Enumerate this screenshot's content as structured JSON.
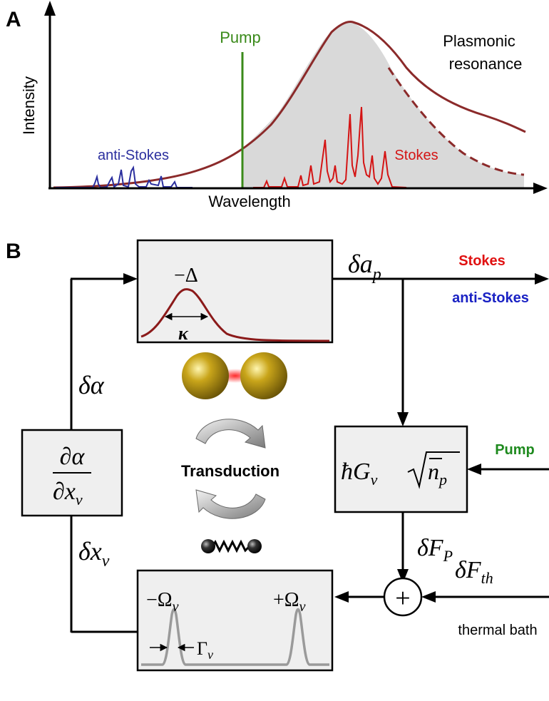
{
  "panel_a": {
    "label": "A",
    "y_axis_label": "Intensity",
    "x_axis_label": "Wavelength",
    "pump_label": "Pump",
    "resonance_label_1": "Plasmonic",
    "resonance_label_2": "resonance",
    "anti_stokes_label": "anti-Stokes",
    "stokes_label": "Stokes",
    "colors": {
      "pump": "#3a8a1a",
      "resonance": "#8b2a2a",
      "anti_stokes": "#2b2f9e",
      "stokes": "#d41414",
      "fill": "#d9d9d9"
    }
  },
  "panel_b": {
    "label": "B",
    "cavity_box": {
      "detuning": "−Δ",
      "linewidth": "κ"
    },
    "output": {
      "symbol_main": "δa",
      "symbol_sub": "p",
      "stokes": "Stokes",
      "anti_stokes": "anti-Stokes"
    },
    "feedback_symbol": "δα",
    "derivative_box": {
      "numerator": "∂α",
      "denominator_main": "∂x",
      "denominator_sub": "ν"
    },
    "transduction_label": "Transduction",
    "coupling_box": {
      "hbar_g": "ħG",
      "g_sub": "ν",
      "n_bar": "n",
      "n_sub": "p"
    },
    "pump_label": "Pump",
    "force_pump": {
      "main": "δF",
      "sub": "P"
    },
    "force_thermal": {
      "main": "δF",
      "sub": "th"
    },
    "thermal_bath_label": "thermal bath",
    "sum_symbol": "+",
    "displacement": {
      "main": "δx",
      "sub": "ν"
    },
    "mechanical_box": {
      "minus_omega": "−Ω",
      "plus_omega": "+Ω",
      "omega_sub": "ν",
      "gamma": "Γ",
      "gamma_sub": "ν"
    },
    "colors": {
      "stokes": "#e01010",
      "anti_stokes": "#1a22c4",
      "pump": "#1e8a1e",
      "box_fill": "#efefef"
    }
  }
}
